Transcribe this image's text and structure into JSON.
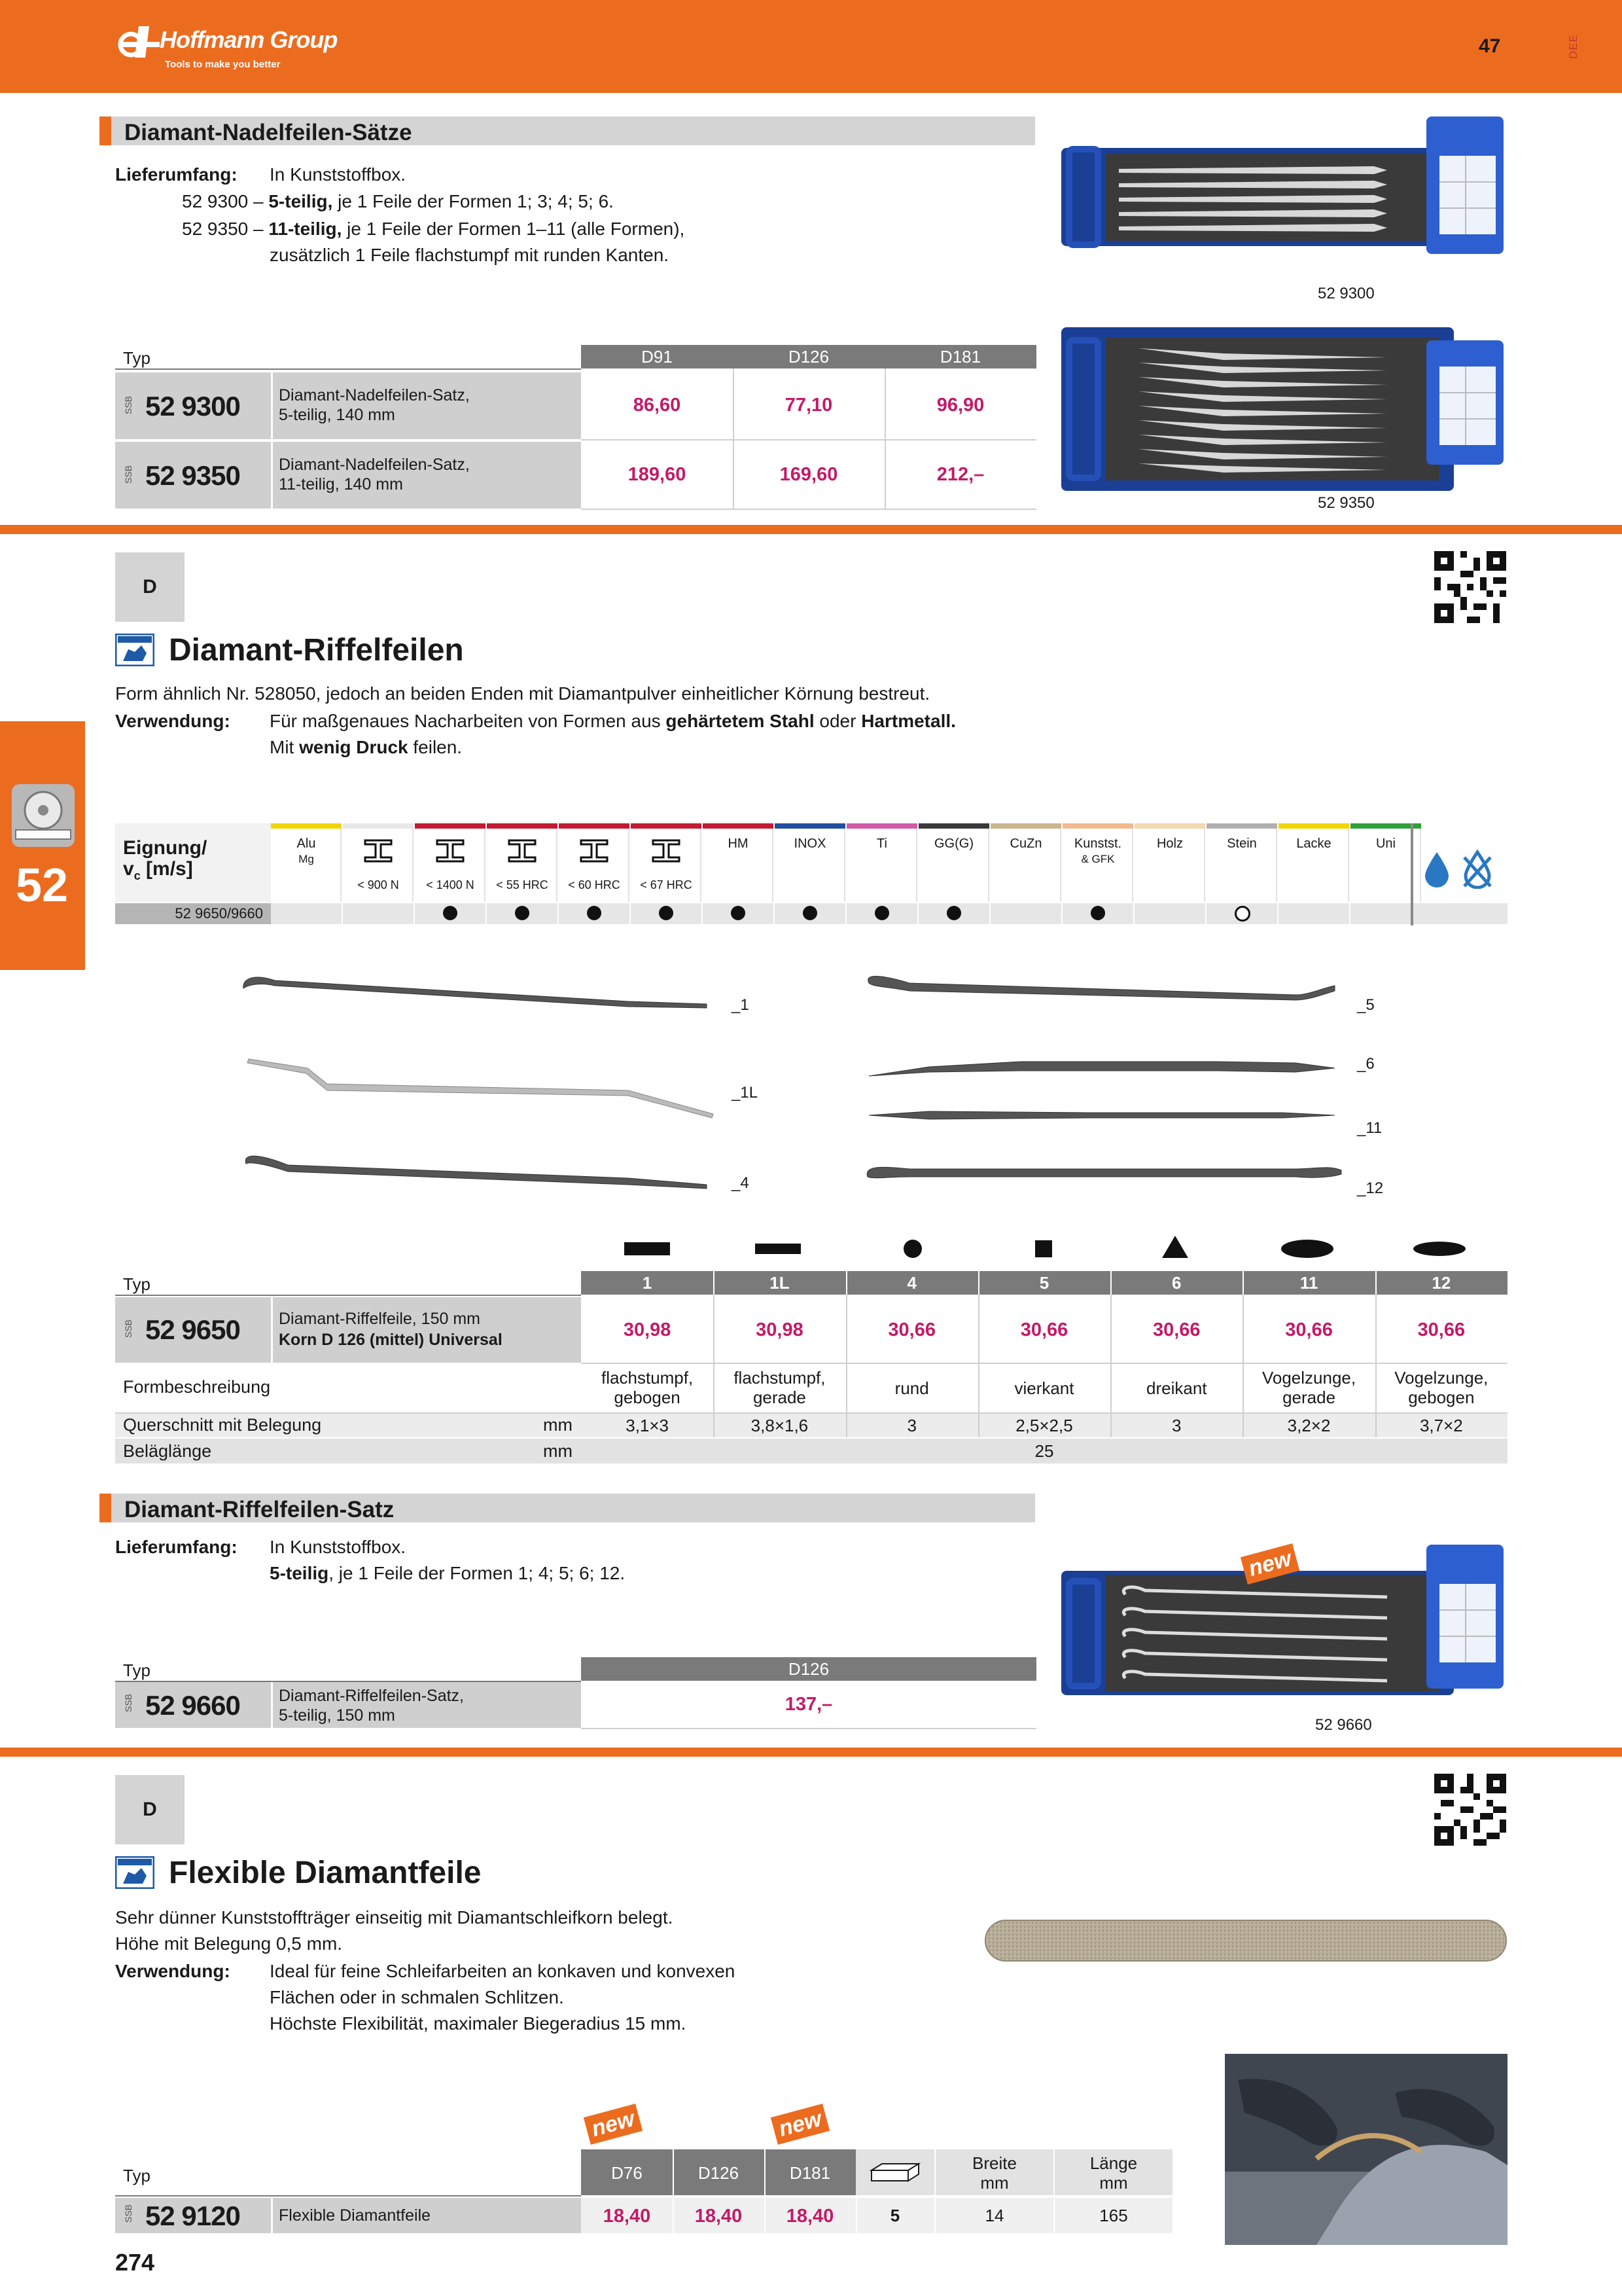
{
  "header": {
    "brand": "Hoffmann Group",
    "tagline": "Tools to make you better",
    "page_number_top": "47",
    "lang": "DEE",
    "colors": {
      "brand_orange": "#ec6c1f",
      "price_magenta": "#c41a67",
      "table_header_grey": "#7a7a7a"
    }
  },
  "chapter_tab": "52",
  "page_number_bottom": "274",
  "section1": {
    "title": "Diamant-Nadelfeilen-Sätze",
    "lieferumfang_label": "Lieferumfang:",
    "lieferumfang_line1": "In Kunststoffbox.",
    "item1_no": "52 9300 –",
    "item1_bold": "5-teilig,",
    "item1_text": " je 1 Feile der Formen 1; 3; 4; 5; 6.",
    "item2_no": "52 9350 –",
    "item2_bold": "11-teilig,",
    "item2_text": " je 1 Feile der Formen 1–11 (alle Formen),",
    "item2_text2": "zusätzlich 1 Feile flachstumpf mit runden Kanten.",
    "img1_caption": "52 9300",
    "img2_caption": "52 9350",
    "table": {
      "type_label": "Typ",
      "columns": [
        "D91",
        "D126",
        "D181"
      ],
      "rows": [
        {
          "ssb": "SSB",
          "art": "52 9300",
          "desc1": "Diamant-Nadelfeilen-Satz,",
          "desc2": "5-teilig, 140 mm",
          "prices": [
            "86,60",
            "77,10",
            "96,90"
          ]
        },
        {
          "ssb": "SSB",
          "art": "52 9350",
          "desc1": "Diamant-Nadelfeilen-Satz,",
          "desc2": "11-teilig, 140 mm",
          "prices": [
            "189,60",
            "169,60",
            "212,–"
          ]
        }
      ]
    }
  },
  "section2": {
    "d_label": "D",
    "title": "Diamant-Riffelfeilen",
    "desc": "Form ähnlich Nr. 528050, jedoch an beiden Enden mit Diamantpulver einheitlicher Körnung bestreut.",
    "verwendung_label": "Verwendung:",
    "verwendung_1a": "Für maßgenaues Nacharbeiten von Formen aus ",
    "verwendung_1b": "gehärtetem Stahl",
    "verwendung_1c": " oder ",
    "verwendung_1d": "Hartmetall.",
    "verwendung_2a": "Mit ",
    "verwendung_2b": "wenig Druck",
    "verwendung_2c": " feilen.",
    "suitability": {
      "label1": "Eignung/",
      "label2": "v",
      "label2_sub": "c",
      "label2_rest": " [m/s]",
      "row_label": "52 9650/9660",
      "columns": [
        {
          "name": "Alu",
          "name2": "Mg",
          "sub": "",
          "color": "#f2d500",
          "mark": ""
        },
        {
          "name": "",
          "name2": "",
          "sub": "< 900 N",
          "color": "#e8e8e8",
          "mark": ""
        },
        {
          "name": "",
          "name2": "",
          "sub": "< 1400 N",
          "color": "#c41a32",
          "mark": "dot"
        },
        {
          "name": "",
          "name2": "",
          "sub": "< 55 HRC",
          "color": "#c41a32",
          "mark": "dot"
        },
        {
          "name": "",
          "name2": "",
          "sub": "< 60 HRC",
          "color": "#c41a32",
          "mark": "dot"
        },
        {
          "name": "",
          "name2": "",
          "sub": "< 67 HRC",
          "color": "#c41a32",
          "mark": "dot"
        },
        {
          "name": "HM",
          "name2": "",
          "sub": "",
          "color": "#c41a32",
          "mark": "dot"
        },
        {
          "name": "INOX",
          "name2": "",
          "sub": "",
          "color": "#1e4fa0",
          "mark": "dot"
        },
        {
          "name": "Ti",
          "name2": "",
          "sub": "",
          "color": "#d45aa8",
          "mark": "dot"
        },
        {
          "name": "GG(G)",
          "name2": "",
          "sub": "",
          "color": "#3a3a3a",
          "mark": "dot"
        },
        {
          "name": "CuZn",
          "name2": "",
          "sub": "",
          "color": "#c9b58e",
          "mark": ""
        },
        {
          "name": "Kunstst.",
          "name2": "& GFK",
          "sub": "",
          "color": "#f2b98f",
          "mark": "dot"
        },
        {
          "name": "Holz",
          "name2": "",
          "sub": "",
          "color": "#f2d8b3",
          "mark": ""
        },
        {
          "name": "Stein",
          "name2": "",
          "sub": "",
          "color": "#b0b0b0",
          "mark": "ring"
        },
        {
          "name": "Lacke",
          "name2": "",
          "sub": "",
          "color": "#f2d500",
          "mark": ""
        },
        {
          "name": "Uni",
          "name2": "",
          "sub": "",
          "color": "#2fa03a",
          "mark": ""
        }
      ]
    },
    "file_labels": [
      "_1",
      "_1L",
      "_4",
      "_5",
      "_6",
      "_11",
      "_12"
    ],
    "table": {
      "type_label": "Typ",
      "columns": [
        "1",
        "1L",
        "4",
        "5",
        "6",
        "11",
        "12"
      ],
      "row": {
        "ssb": "SSB",
        "art": "52 9650",
        "desc1": "Diamant-Riffelfeile, 150 mm",
        "desc2": "Korn D 126 (mittel) Universal",
        "prices": [
          "30,98",
          "30,98",
          "30,66",
          "30,66",
          "30,66",
          "30,66",
          "30,66"
        ]
      },
      "formbeschreibung_label": "Formbeschreibung",
      "formbeschreibung": [
        [
          "flachstumpf,",
          "gebogen"
        ],
        [
          "flachstumpf,",
          "gerade"
        ],
        [
          "rund",
          ""
        ],
        [
          "vierkant",
          ""
        ],
        [
          "dreikant",
          ""
        ],
        [
          "Vogelzunge,",
          "gerade"
        ],
        [
          "Vogelzunge,",
          "gebogen"
        ]
      ],
      "querschnitt_label": "Querschnitt mit Belegung",
      "querschnitt_unit": "mm",
      "querschnitt": [
        "3,1×3",
        "3,8×1,6",
        "3",
        "2,5×2,5",
        "3",
        "3,2×2",
        "3,7×2"
      ],
      "belaglaenge_label": "Beläglänge",
      "belaglaenge_unit": "mm",
      "belaglaenge": "25"
    }
  },
  "section3": {
    "title": "Diamant-Riffelfeilen-Satz",
    "lieferumfang_label": "Lieferumfang:",
    "lieferumfang_line1": "In Kunststoffbox.",
    "line2_bold": "5-teilig",
    "line2_text": ", je 1 Feile der Formen 1; 4; 5; 6; 12.",
    "img_caption": "52 9660",
    "new_badge": "new",
    "table": {
      "type_label": "Typ",
      "columns": [
        "D126"
      ],
      "row": {
        "ssb": "SSB",
        "art": "52 9660",
        "desc1": "Diamant-Riffelfeilen-Satz,",
        "desc2": "5-teilig, 150 mm",
        "prices": [
          "137,–"
        ]
      }
    }
  },
  "section4": {
    "d_label": "D",
    "title": "Flexible Diamantfeile",
    "desc1": "Sehr dünner Kunststoffträger einseitig mit Diamantschleifkorn belegt.",
    "desc2": "Höhe mit Belegung 0,5 mm.",
    "verwendung_label": "Verwendung:",
    "verwendung_1": "Ideal für feine Schleifarbeiten an konkaven und konvexen",
    "verwendung_2": "Flächen oder in schmalen Schlitzen.",
    "verwendung_3": "Höchste Flexibilität, maximaler Biegeradius 15 mm.",
    "new_badge": "new",
    "table": {
      "type_label": "Typ",
      "columns": [
        "D76",
        "D126",
        "D181"
      ],
      "breite_label": "Breite",
      "laenge_label": "Länge",
      "mm": "mm",
      "row": {
        "ssb": "SSB",
        "art": "52 9120",
        "desc": "Flexible Diamantfeile",
        "prices": [
          "18,40",
          "18,40",
          "18,40"
        ],
        "pack": "5",
        "breite": "14",
        "laenge": "165"
      }
    }
  }
}
